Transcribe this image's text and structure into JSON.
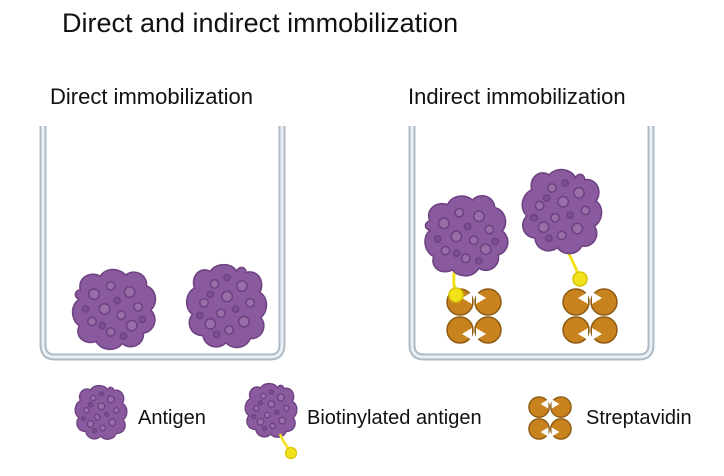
{
  "title": "Direct and indirect immobilization",
  "panels": {
    "direct": {
      "label": "Direct immobilization"
    },
    "indirect": {
      "label": "Indirect immobilization"
    }
  },
  "legend": {
    "antigen": "Antigen",
    "biotinylated_antigen": "Biotinylated antigen",
    "streptavidin": "Streptavidin"
  },
  "colors": {
    "antigen": "#8a5a9e",
    "antigen_dark": "#6e4283",
    "streptavidin": "#c8821e",
    "streptavidin_dark": "#8f5a12",
    "biotin": "#f2e21c",
    "well_outline": "#aeb9c3",
    "well_fill": "#e8f0f5"
  },
  "icons": [
    "antigen-icon",
    "biotinylated-antigen-icon",
    "streptavidin-icon"
  ]
}
